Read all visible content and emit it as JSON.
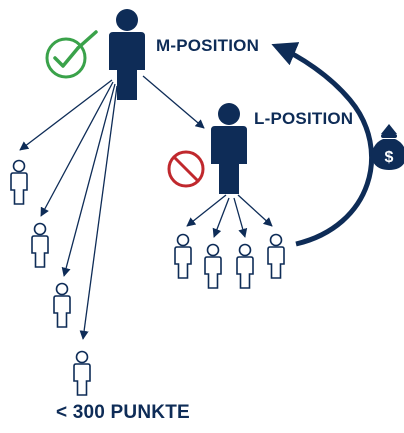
{
  "labels": {
    "m_position": "M-POSITION",
    "l_position": "L-POSITION",
    "points": "< 300 PUNKTE"
  },
  "icons": {
    "check": "check-circle-icon",
    "forbidden": "forbidden-sign-icon",
    "money_bag": "money-bag-icon",
    "money_symbol": "$"
  },
  "colors": {
    "navy": "#0e2c57",
    "check_green": "#3aa24a",
    "forbidden_red": "#c0282d",
    "white": "#ffffff"
  }
}
